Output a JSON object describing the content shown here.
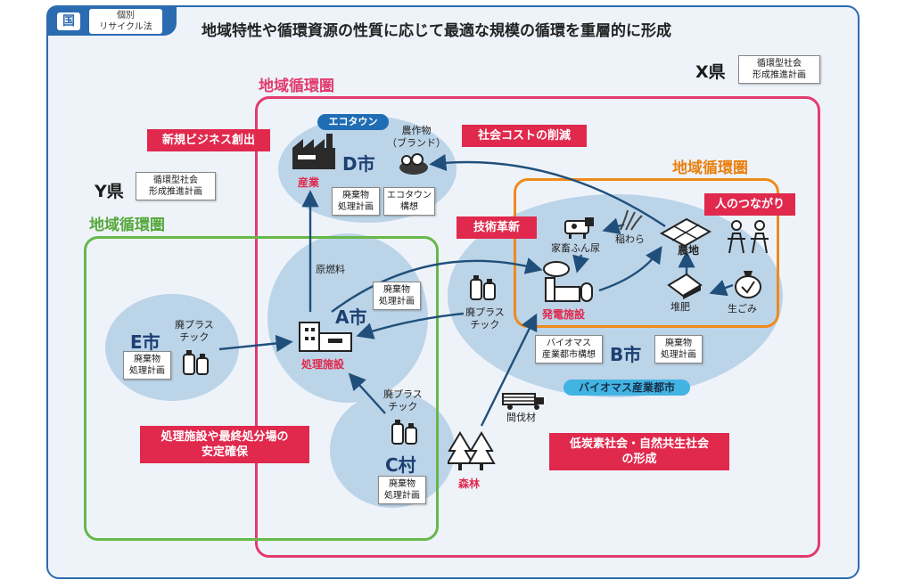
{
  "header": {
    "tag": "国",
    "subtag": "個別\nリサイクル法",
    "title": "地域特性や循環資源の性質に応じて最適な規模の循環を重層的に形成"
  },
  "regions": {
    "x_pref": "X県",
    "x_plan": "循環型社会\n形成推進計画",
    "y_pref": "Y県",
    "y_plan": "循環型社会\n形成推進計画",
    "zone_pink": "地域循環圏",
    "zone_green": "地域循環圏",
    "zone_orange": "地域循環圏"
  },
  "banners": {
    "new_business": "新規ビジネス創出",
    "social_cost": "社会コストの削減",
    "tech": "技術革新",
    "people": "人のつながり",
    "stable": "処理施設や最終処分場の\n安定確保",
    "low_carbon": "低炭素社会・自然共生社会\nの形成"
  },
  "cities": {
    "d": {
      "name": "D市",
      "pill": "エコタウン",
      "facility": "産業",
      "plan": "廃棄物\n処理計画",
      "eco": "エコタウン\n構想",
      "produce": "農作物\n（ブランド）"
    },
    "a": {
      "name": "A市",
      "facility": "処理施設",
      "plan": "廃棄物\n処理計画",
      "raw": "原燃料"
    },
    "e": {
      "name": "E市",
      "plan": "廃棄物\n処理計画",
      "plastic": "廃プラス\nチック"
    },
    "c": {
      "name": "C村",
      "plan": "廃棄物\n処理計画",
      "plastic": "廃プラス\nチック"
    },
    "b": {
      "name": "B市",
      "facility": "発電施設",
      "plan": "廃棄物\n処理計画",
      "bio": "バイオマス\n産業都市構想",
      "pill": "バイオマス産業都市",
      "plastic": "廃プラス\nチック"
    }
  },
  "items": {
    "manure": "家畜ふん尿",
    "straw": "稲わら",
    "farm": "農地",
    "compost": "堆肥",
    "garbage": "生ごみ",
    "timber": "間伐材",
    "forest": "森林"
  }
}
